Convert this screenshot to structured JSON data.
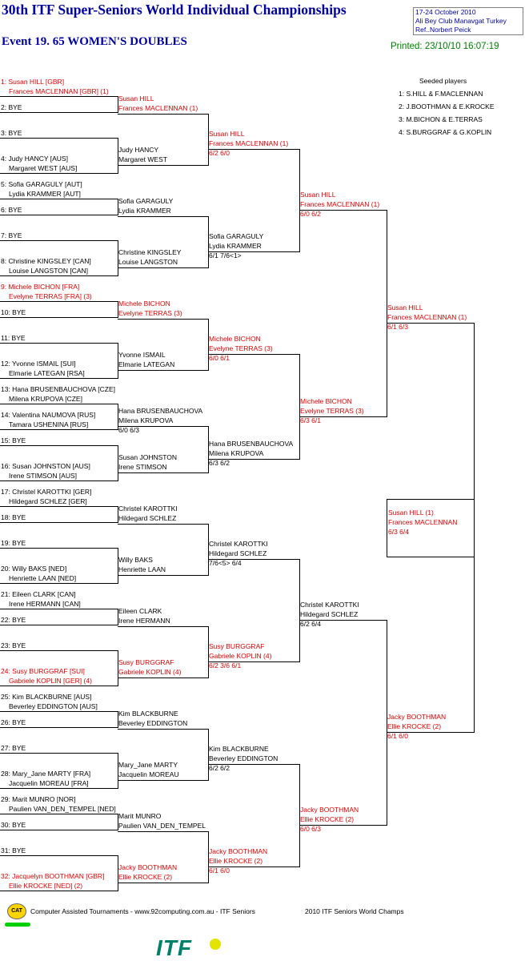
{
  "header": {
    "title": "30th ITF Super-Seniors World Individual Championships",
    "event": "Event 19. 65 WOMEN'S DOUBLES",
    "info_lines": [
      "17-24 October 2010",
      "Ali Bey Club Manavgat   Turkey",
      "Ref..Norbert Peick"
    ],
    "printed": "Printed: 23/10/10 16:07:19"
  },
  "seeded": {
    "title": "Seeded players",
    "items": [
      "1: S.HILL & F.MACLENNAN",
      "2: J.BOOTHMAN & E.KROCKE",
      "3: M.BICHON & E.TERRAS",
      "4: S.BURGGRAF & G.KOPLIN"
    ]
  },
  "round1": [
    [
      "1: Susan HILL [GBR]",
      "Frances MACLENNAN [GBR] (1)"
    ],
    [
      "2: BYE",
      ""
    ],
    [
      "3: BYE",
      ""
    ],
    [
      "4: Judy HANCY [AUS]",
      "Margaret WEST [AUS]"
    ],
    [
      "5: Sofia GARAGULY [AUT]",
      "Lydia KRAMMER [AUT]"
    ],
    [
      "6: BYE",
      ""
    ],
    [
      "7: BYE",
      ""
    ],
    [
      "8: Christine KINGSLEY [CAN]",
      "Louise LANGSTON [CAN]"
    ],
    [
      "9: Michele BICHON [FRA]",
      "Evelyne TERRAS [FRA] (3)"
    ],
    [
      "10: BYE",
      ""
    ],
    [
      "11: BYE",
      ""
    ],
    [
      "12: Yvonne ISMAIL [SUI]",
      "Elmarie LATEGAN [RSA]"
    ],
    [
      "13: Hana BRUSENBAUCHOVA [CZE]",
      "Milena KRUPOVA [CZE]"
    ],
    [
      "14: Valentina NAUMOVA [RUS]",
      "Tamara USHENINA [RUS]"
    ],
    [
      "15: BYE",
      ""
    ],
    [
      "16: Susan JOHNSTON [AUS]",
      "Irene STIMSON [AUS]"
    ],
    [
      "17: Christel KAROTTKI [GER]",
      "Hildegard SCHLEZ [GER]"
    ],
    [
      "18: BYE",
      ""
    ],
    [
      "19: BYE",
      ""
    ],
    [
      "20: Willy BAKS [NED]",
      "Henriette LAAN [NED]"
    ],
    [
      "21: Eileen CLARK [CAN]",
      "Irene HERMANN [CAN]"
    ],
    [
      "22: BYE",
      ""
    ],
    [
      "23: BYE",
      ""
    ],
    [
      "24: Susy BURGGRAF [SUI]",
      "Gabriele KOPLIN [GER] (4)"
    ],
    [
      "25: Kim BLACKBURNE [AUS]",
      "Beverley EDDINGTON [AUS]"
    ],
    [
      "26: BYE",
      ""
    ],
    [
      "27: BYE",
      ""
    ],
    [
      "28: Mary_Jane MARTY [FRA]",
      "Jacquelin MOREAU [FRA]"
    ],
    [
      "29: Marit MUNRO [NOR]",
      "Paulien VAN_DEN_TEMPEL [NED]"
    ],
    [
      "30: BYE",
      ""
    ],
    [
      "31: BYE",
      ""
    ],
    [
      "32: Jacquelyn BOOTHMAN [GBR]",
      "Ellie KROCKE [NED] (2)"
    ]
  ],
  "round1_seeded": [
    0,
    8,
    23,
    31
  ],
  "round2": [
    [
      "Susan HILL",
      "Frances MACLENNAN (1)",
      ""
    ],
    [
      "Judy HANCY",
      "Margaret WEST",
      ""
    ],
    [
      "Sofia GARAGULY",
      "Lydia KRAMMER",
      ""
    ],
    [
      "Christine KINGSLEY",
      "Louise LANGSTON",
      ""
    ],
    [
      "Michele BICHON",
      "Evelyne TERRAS (3)",
      ""
    ],
    [
      "Yvonne ISMAIL",
      "Elmarie LATEGAN",
      ""
    ],
    [
      "Hana BRUSENBAUCHOVA",
      "Milena KRUPOVA",
      "6/0 6/3"
    ],
    [
      "Susan JOHNSTON",
      "Irene STIMSON",
      ""
    ],
    [
      "Christel KAROTTKI",
      "Hildegard SCHLEZ",
      ""
    ],
    [
      "Willy BAKS",
      "Henriette LAAN",
      ""
    ],
    [
      "Eileen CLARK",
      "Irene HERMANN",
      ""
    ],
    [
      "Susy BURGGRAF",
      "Gabriele KOPLIN (4)",
      ""
    ],
    [
      "Kim BLACKBURNE",
      "Beverley EDDINGTON",
      ""
    ],
    [
      "Mary_Jane MARTY",
      "Jacquelin MOREAU",
      ""
    ],
    [
      "Marit MUNRO",
      "Paulien VAN_DEN_TEMPEL",
      ""
    ],
    [
      "Jacky BOOTHMAN",
      "Ellie KROCKE (2)",
      ""
    ]
  ],
  "round2_seeded": [
    0,
    4,
    11,
    15
  ],
  "round3": [
    [
      "Susan HILL",
      "Frances MACLENNAN (1)",
      "6/2 6/0"
    ],
    [
      "Sofia GARAGULY",
      "Lydia KRAMMER",
      "6/1 7/6<1>"
    ],
    [
      "Michele BICHON",
      "Evelyne TERRAS (3)",
      "6/0 6/1"
    ],
    [
      "Hana BRUSENBAUCHOVA",
      "Milena KRUPOVA",
      "6/3 6/2"
    ],
    [
      "Christel KAROTTKI",
      "Hildegard SCHLEZ",
      "7/6<5> 6/4"
    ],
    [
      "Susy BURGGRAF",
      "Gabriele KOPLIN (4)",
      "6/2 3/6 6/1"
    ],
    [
      "Kim BLACKBURNE",
      "Beverley EDDINGTON",
      "6/2 6/2"
    ],
    [
      "Jacky BOOTHMAN",
      "Ellie KROCKE (2)",
      "6/1 6/0"
    ]
  ],
  "round3_seeded": [
    0,
    2,
    5,
    7
  ],
  "round4": [
    [
      "Susan HILL",
      "Frances MACLENNAN (1)",
      "6/0 6/2"
    ],
    [
      "Michele BICHON",
      "Evelyne TERRAS (3)",
      "6/3 6/1"
    ],
    [
      "Christel KAROTTKI",
      "Hildegard SCHLEZ",
      "6/2 6/4"
    ],
    [
      "Jacky BOOTHMAN",
      "Ellie KROCKE (2)",
      "6/0 6/3"
    ]
  ],
  "round4_seeded": [
    0,
    1,
    3
  ],
  "round5": [
    [
      "Susan HILL",
      "Frances MACLENNAN (1)",
      "6/1 6/3"
    ],
    [
      "Jacky BOOTHMAN",
      "Ellie KROCKE (2)",
      "6/1 6/0"
    ]
  ],
  "round5_seeded": [
    0,
    1
  ],
  "final": [
    "Susan HILL (1)",
    "Frances MACLENNAN",
    "6/3 6/4"
  ],
  "footer": {
    "logo_text": "CAT",
    "text": "Computer Assisted Tournaments - www.92computing.com.au -  ITF Seniors",
    "right": "2010 ITF Seniors World Champs",
    "itf_logo": "ITF"
  }
}
